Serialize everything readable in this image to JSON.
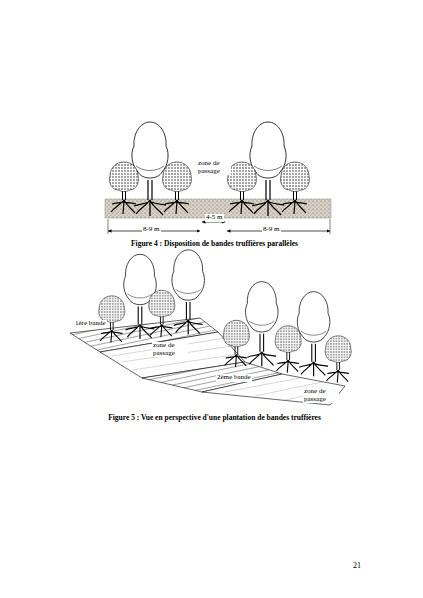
{
  "diagram": {
    "labels": [
      "zone de passage",
      "8-9 m",
      "4-5 m",
      "8-9 m",
      "Figure 4 :  Disposition de bandes truffières parallèles",
      "1ère bande",
      "zone de passage",
      "2ème bande",
      "zone de passage",
      "Figure  5 : Vue en perspective d'une plantation de bandes truffières",
      "21"
    ]
  }
}
